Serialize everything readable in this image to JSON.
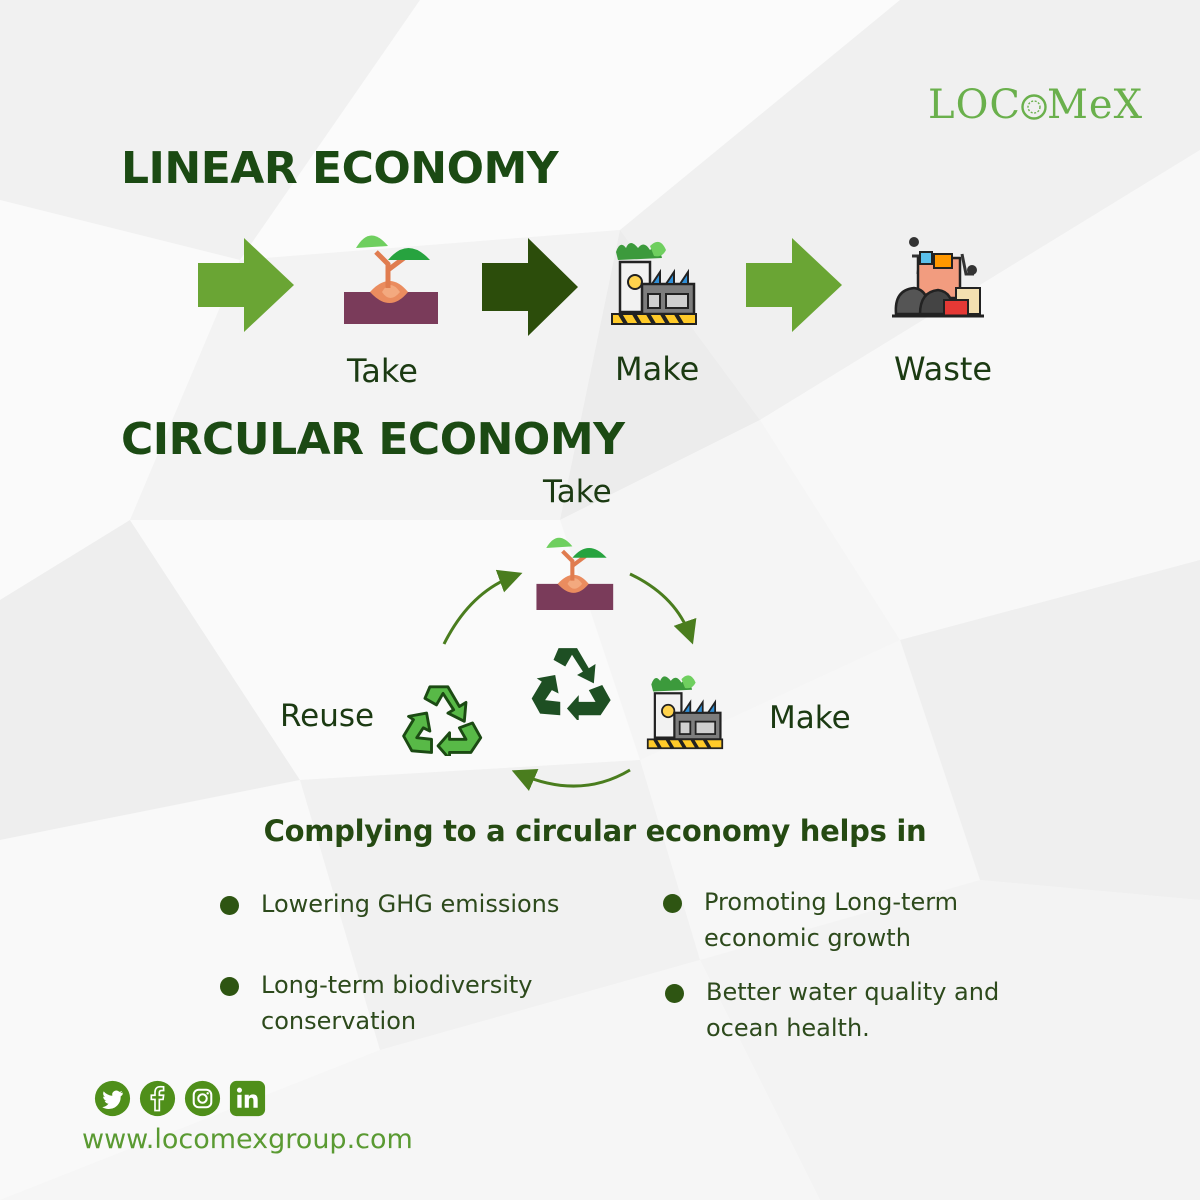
{
  "brand": {
    "logo_text_before": "LOC",
    "logo_text_after": "MeX"
  },
  "linear": {
    "title": "LINEAR ECONOMY",
    "steps": [
      {
        "label": "Take",
        "icon": "sapling-soil-icon"
      },
      {
        "label": "Make",
        "icon": "factory-icon"
      },
      {
        "label": "Waste",
        "icon": "garbage-pile-icon"
      }
    ]
  },
  "circular": {
    "title": "CIRCULAR ECONOMY",
    "nodes": [
      {
        "label": "Take",
        "icon": "sapling-soil-icon"
      },
      {
        "label": "Make",
        "icon": "factory-icon"
      },
      {
        "label": "Reuse",
        "icon": "recycle-icon"
      }
    ]
  },
  "benefits": {
    "title": "Complying to a circular economy helps in",
    "items": [
      "Lowering GHG emissions",
      "Promoting Long-term\neconomic growth",
      "Long-term biodiversity\nconservation",
      "Better water quality and\nocean health."
    ]
  },
  "footer": {
    "social": [
      "twitter-icon",
      "facebook-icon",
      "instagram-icon",
      "linkedin-icon"
    ],
    "url": "www.locomexgroup.com"
  },
  "colors": {
    "dark_green": "#1b4a13",
    "arrow_light": "#6aa534",
    "arrow_dark": "#2c4d0b",
    "accent": "#6ab04c"
  }
}
